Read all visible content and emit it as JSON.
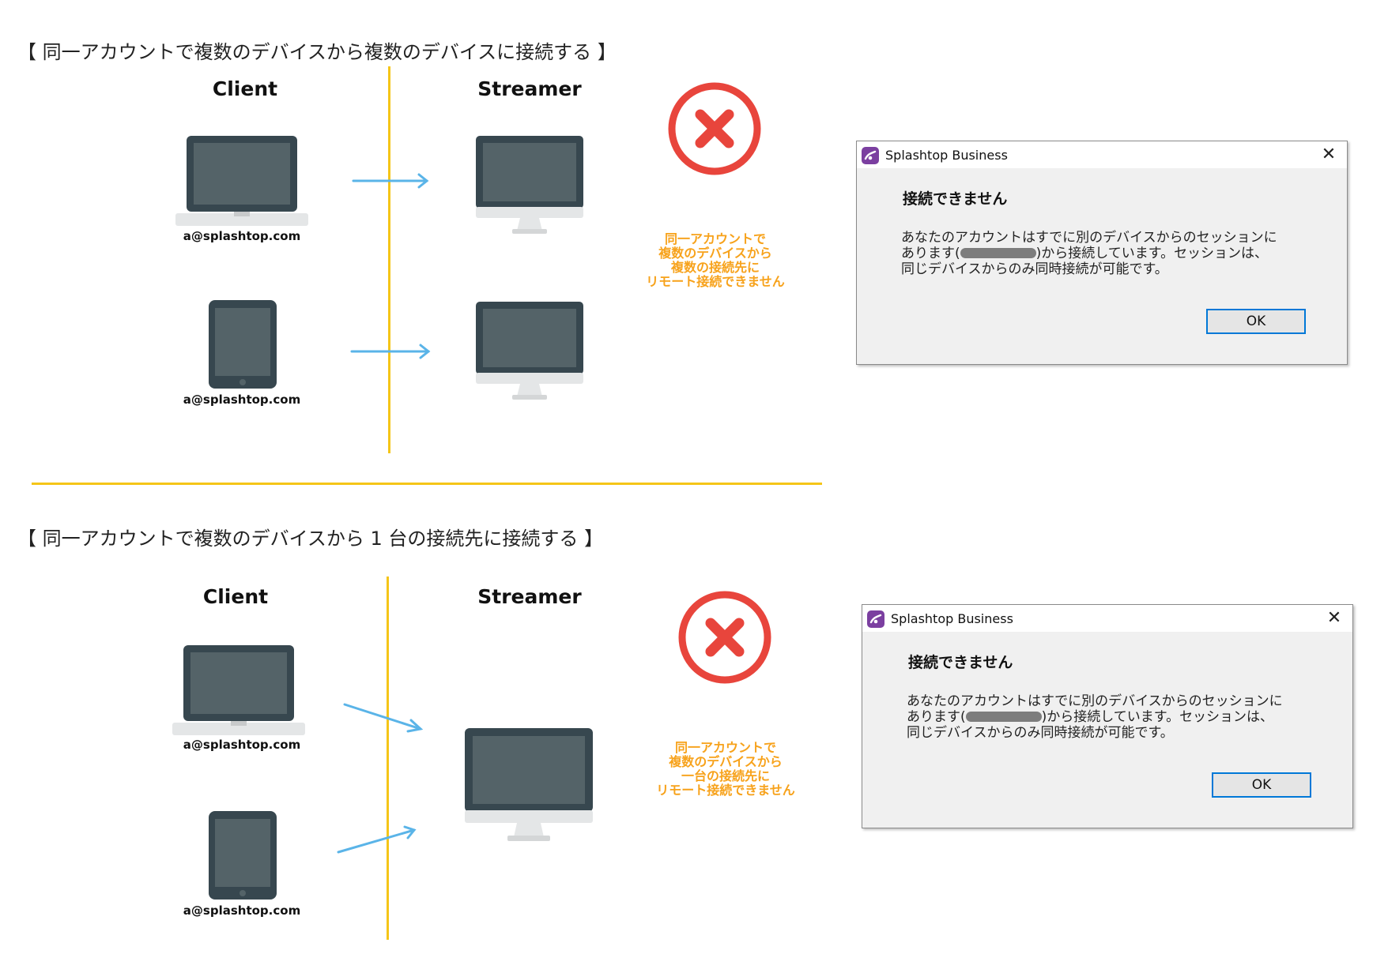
{
  "section1": {
    "heading": "【 同一アカウントで複数のデバイスから複数のデバイスに接続する 】",
    "client_label": "Client",
    "streamer_label": "Streamer",
    "emails": [
      "a@splashtop.com",
      "a@splashtop.com"
    ],
    "warning_lines": [
      "同一アカウントで",
      "複数のデバイスから",
      "複数の接続先に",
      "リモート接続できません"
    ]
  },
  "section2": {
    "heading": "【 同一アカウントで複数のデバイスから 1 台の接続先に接続する 】",
    "client_label": "Client",
    "streamer_label": "Streamer",
    "emails": [
      "a@splashtop.com",
      "a@splashtop.com"
    ],
    "warning_lines": [
      "同一アカウントで",
      "複数のデバイスから",
      "一台の接続先に",
      "リモート接続できません"
    ]
  },
  "dialog": {
    "title": "Splashtop Business",
    "heading": "接続できません",
    "message_part1": "あなたのアカウントはすでに別のデバイスからのセッションにあります(",
    "message_part2": ")から接続しています。セッションは、同じデバイスからのみ同時接続が可能です。",
    "ok_label": "OK",
    "close_glyph": "✕"
  },
  "colors": {
    "divider": "#f5c518",
    "arrow": "#5ab4e8",
    "device_dark": "#37474f",
    "device_screen": "#546368",
    "device_silver": "#e4e6e7",
    "error_red": "#e8453c",
    "warning_orange": "#f7a21b",
    "ok_border": "#0078d7",
    "logo_purple": "#7b3fa0"
  }
}
